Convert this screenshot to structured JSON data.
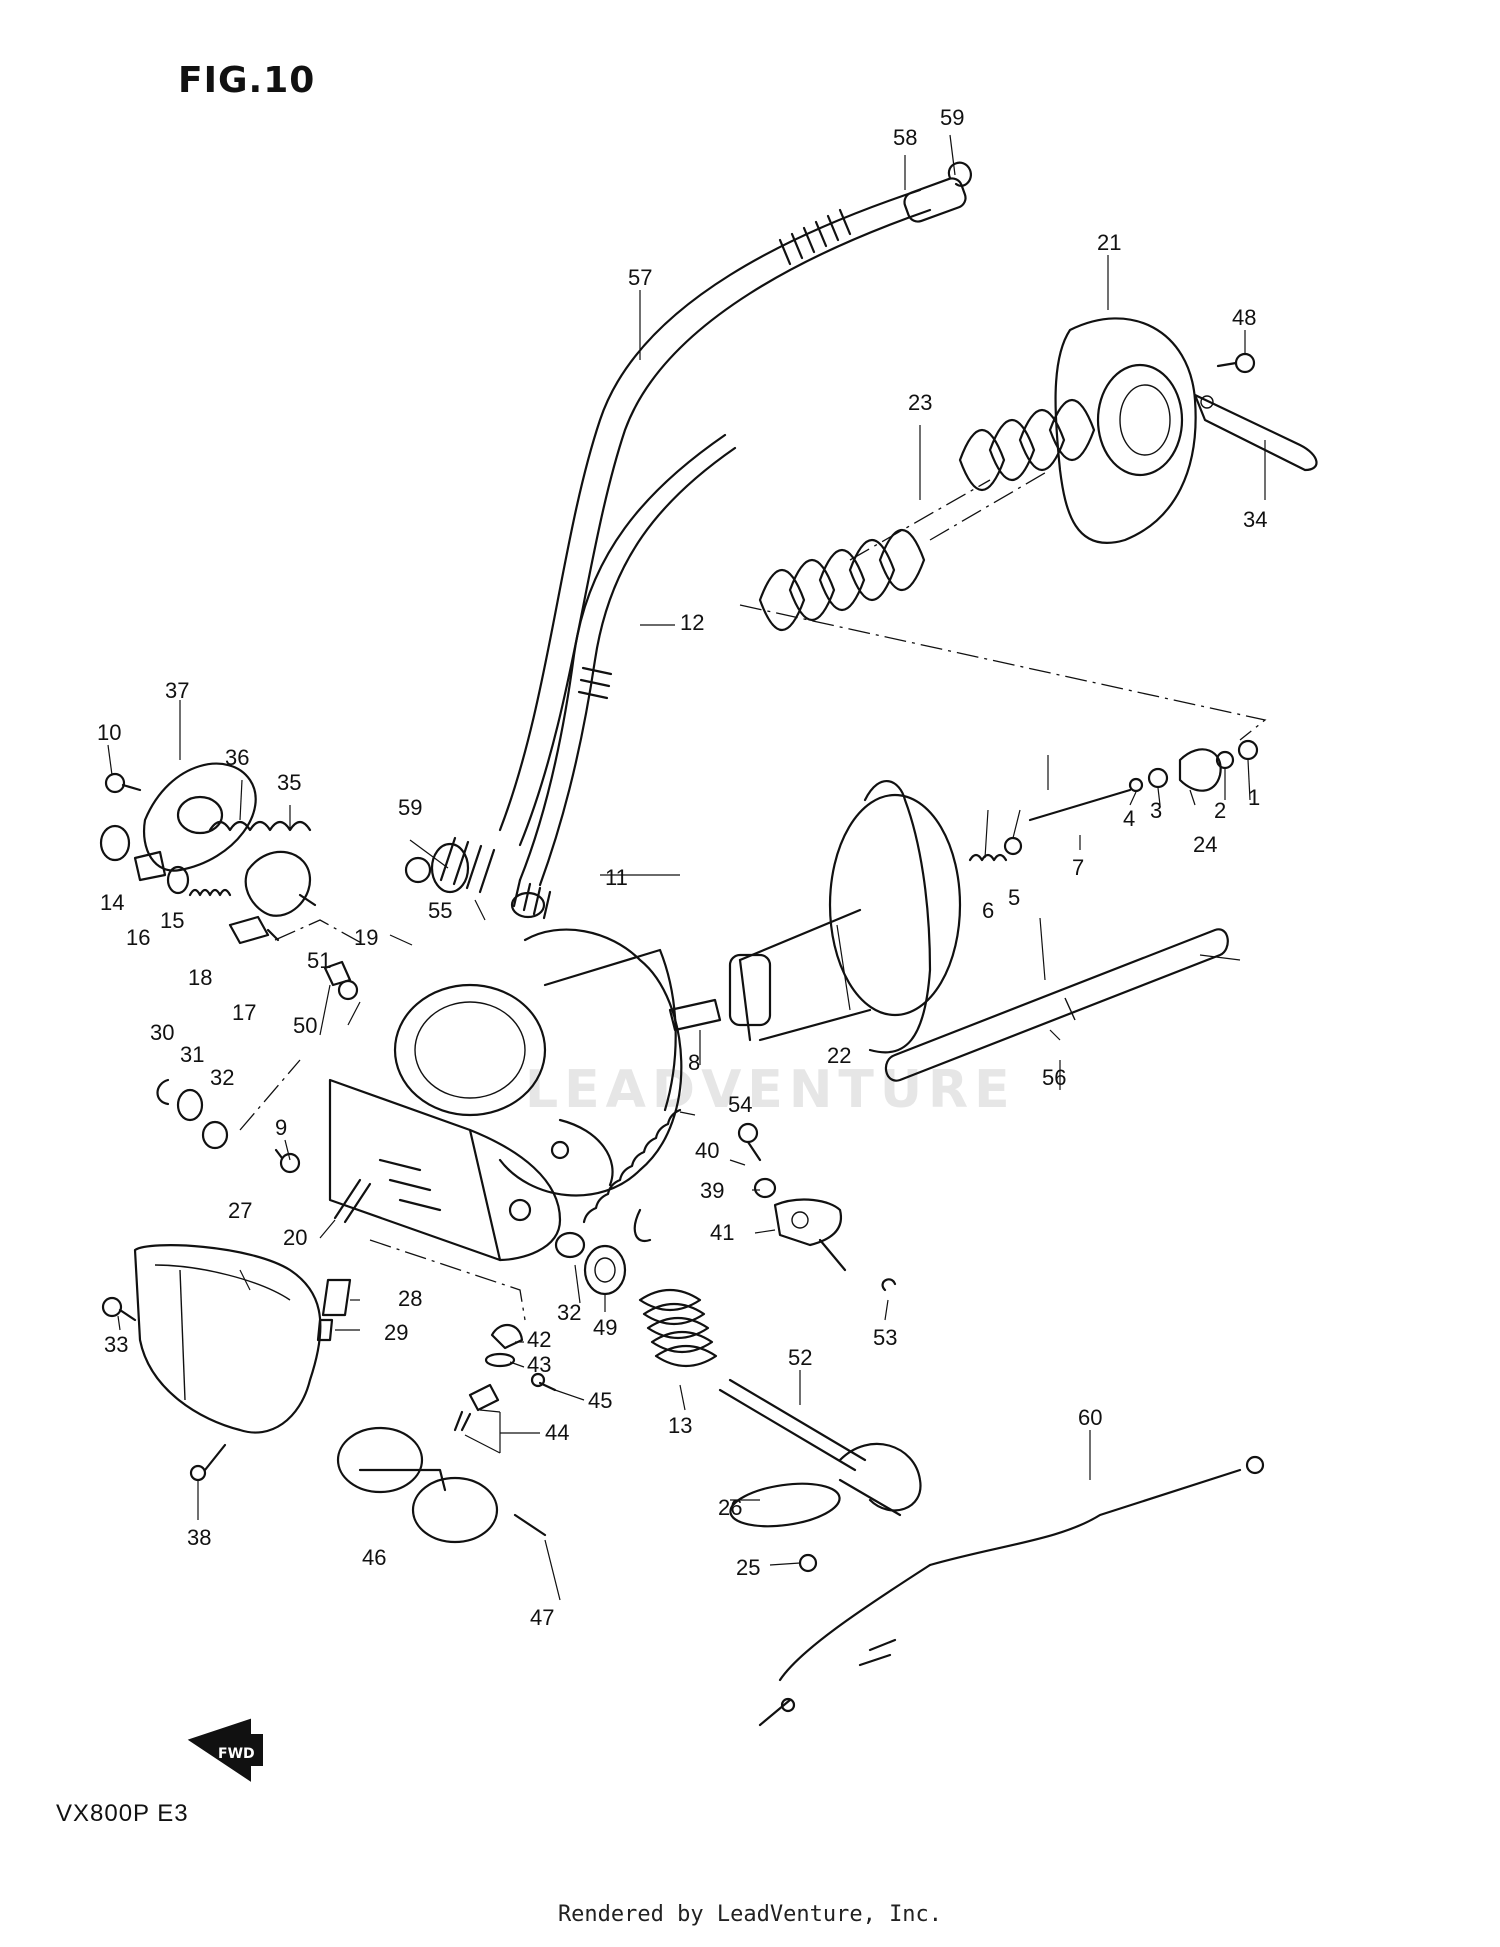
{
  "figure": {
    "title": "FIG.10",
    "model": "VX800P E3",
    "credit": "Rendered by LeadVenture, Inc.",
    "watermark": "LEADVENTURE",
    "fwd_label": "FWD"
  },
  "callouts": [
    {
      "label": "1"
    },
    {
      "label": "2"
    },
    {
      "label": "3"
    },
    {
      "label": "4"
    },
    {
      "label": "5"
    },
    {
      "label": "6"
    },
    {
      "label": "7"
    },
    {
      "label": "8"
    },
    {
      "label": "9"
    },
    {
      "label": "10"
    },
    {
      "label": "11"
    },
    {
      "label": "12"
    },
    {
      "label": "13"
    },
    {
      "label": "14"
    },
    {
      "label": "15"
    },
    {
      "label": "16"
    },
    {
      "label": "17"
    },
    {
      "label": "18"
    },
    {
      "label": "19"
    },
    {
      "label": "20"
    },
    {
      "label": "21"
    },
    {
      "label": "22"
    },
    {
      "label": "23"
    },
    {
      "label": "24"
    },
    {
      "label": "25"
    },
    {
      "label": "26"
    },
    {
      "label": "27"
    },
    {
      "label": "28"
    },
    {
      "label": "29"
    },
    {
      "label": "30"
    },
    {
      "label": "31"
    },
    {
      "label": "32"
    },
    {
      "label": "32"
    },
    {
      "label": "33"
    },
    {
      "label": "34"
    },
    {
      "label": "35"
    },
    {
      "label": "36"
    },
    {
      "label": "37"
    },
    {
      "label": "38"
    },
    {
      "label": "39"
    },
    {
      "label": "40"
    },
    {
      "label": "41"
    },
    {
      "label": "42"
    },
    {
      "label": "43"
    },
    {
      "label": "44"
    },
    {
      "label": "45"
    },
    {
      "label": "46"
    },
    {
      "label": "47"
    },
    {
      "label": "48"
    },
    {
      "label": "49"
    },
    {
      "label": "50"
    },
    {
      "label": "51"
    },
    {
      "label": "52"
    },
    {
      "label": "53"
    },
    {
      "label": "54"
    },
    {
      "label": "55"
    },
    {
      "label": "56"
    },
    {
      "label": "57"
    },
    {
      "label": "58"
    },
    {
      "label": "59"
    },
    {
      "label": "59"
    },
    {
      "label": "60"
    }
  ]
}
